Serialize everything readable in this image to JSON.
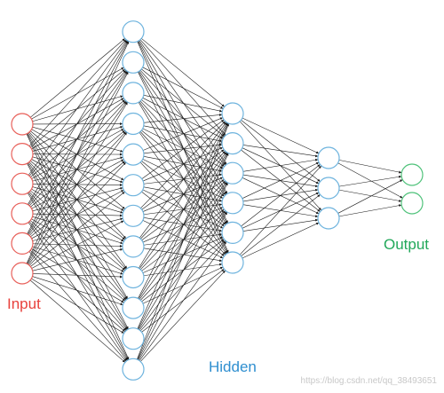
{
  "labels": {
    "input": "Input",
    "hidden": "Hidden",
    "output": "Output"
  },
  "watermark": "https://blog.csdn.net/qq_38493651",
  "colors": {
    "input": "#e8413c",
    "hidden": "#2f8fd0",
    "output": "#22a85a",
    "edge": "#1a1a1a",
    "input_node": "#e8605a",
    "hidden_node": "#6fb4de",
    "output_node": "#4fc27a"
  },
  "network": {
    "layers": [
      {
        "name": "input",
        "nodes": 6
      },
      {
        "name": "hidden-1",
        "nodes": 12
      },
      {
        "name": "hidden-2",
        "nodes": 6
      },
      {
        "name": "hidden-3",
        "nodes": 3
      },
      {
        "name": "output",
        "nodes": 2
      }
    ],
    "connectivity": "fully-connected"
  }
}
